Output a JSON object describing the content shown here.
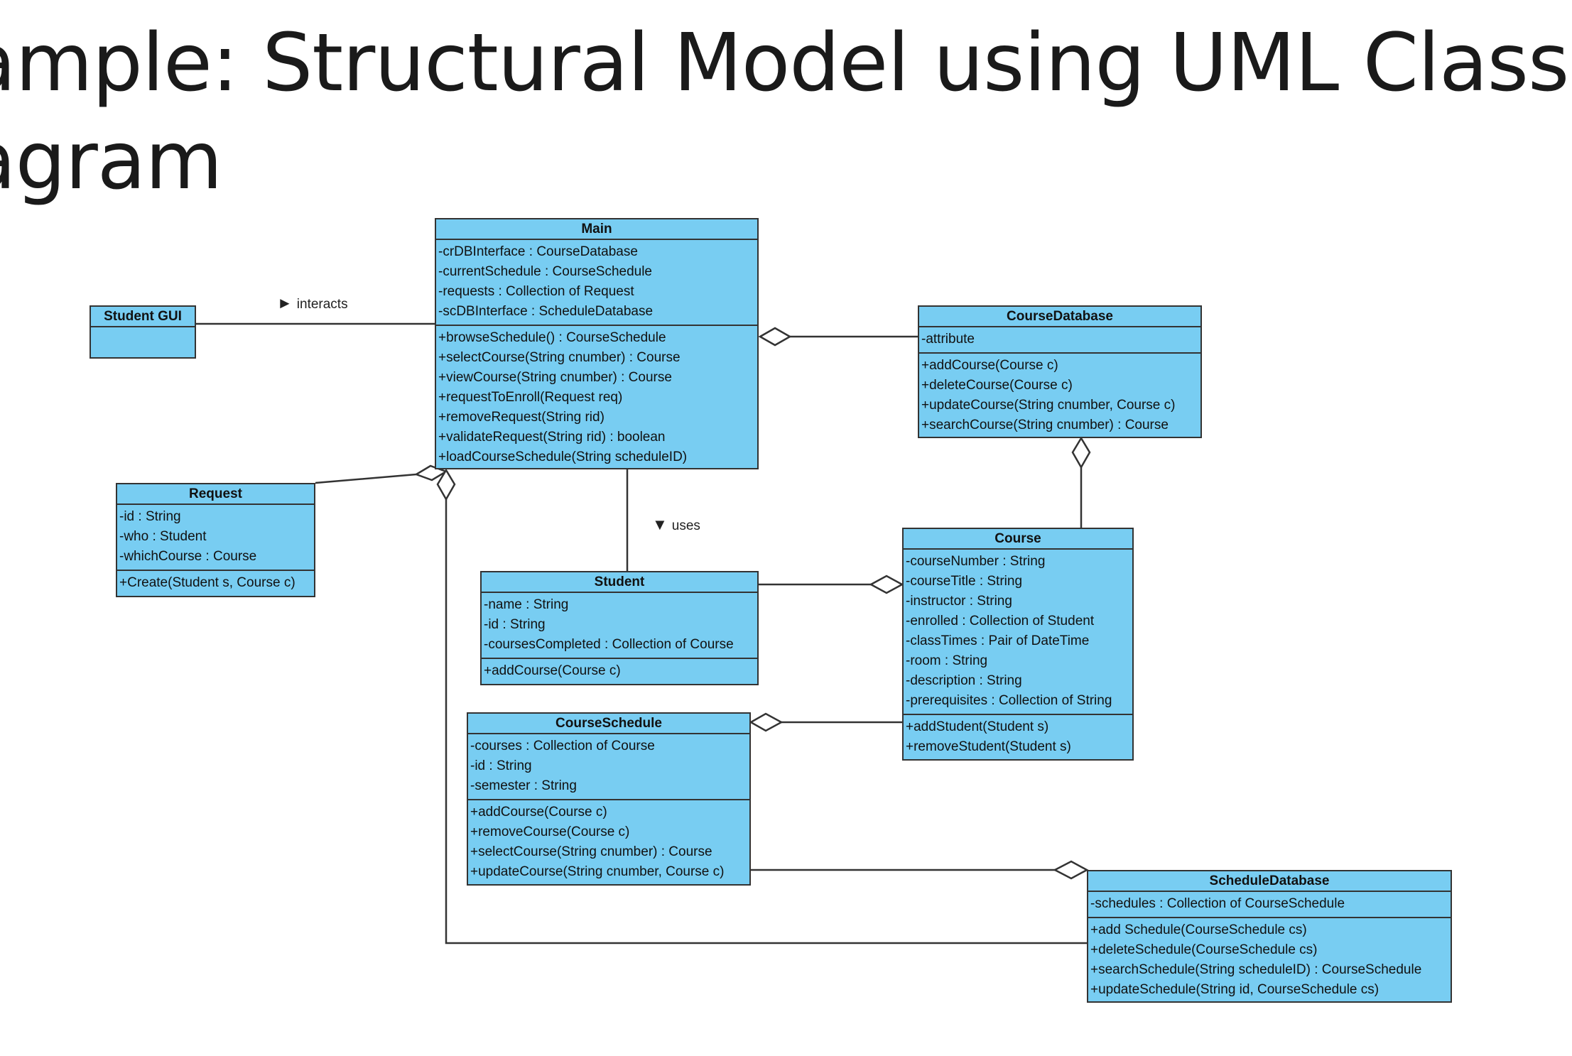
{
  "title": {
    "line1": "ample: Structural Model using UML Class",
    "line2": "agram"
  },
  "diagram": {
    "classes": {
      "main": {
        "name": "Main",
        "attributes": [
          "-crDBInterface : CourseDatabase",
          "-currentSchedule : CourseSchedule",
          "-requests : Collection of Request",
          "-scDBInterface : ScheduleDatabase"
        ],
        "operations": [
          "+browseSchedule() : CourseSchedule",
          "+selectCourse(String cnumber) : Course",
          "+viewCourse(String cnumber) : Course",
          "+requestToEnroll(Request req)",
          "+removeRequest(String rid)",
          "+validateRequest(String rid) : boolean",
          "+loadCourseSchedule(String scheduleID)"
        ]
      },
      "student_gui": {
        "name": "Student GUI",
        "attributes": [],
        "operations": []
      },
      "course_database": {
        "name": "CourseDatabase",
        "attributes": [
          "-attribute"
        ],
        "operations": [
          "+addCourse(Course c)",
          "+deleteCourse(Course c)",
          "+updateCourse(String cnumber, Course c)",
          "+searchCourse(String cnumber) : Course"
        ]
      },
      "request": {
        "name": "Request",
        "attributes": [
          "-id : String",
          "-who : Student",
          "-whichCourse : Course"
        ],
        "operations": [
          "+Create(Student s, Course c)"
        ]
      },
      "student": {
        "name": "Student",
        "attributes": [
          "-name : String",
          "-id : String",
          "-coursesCompleted : Collection of Course"
        ],
        "operations": [
          "+addCourse(Course c)"
        ]
      },
      "course": {
        "name": "Course",
        "attributes": [
          "-courseNumber : String",
          "-courseTitle : String",
          "-instructor : String",
          "-enrolled : Collection of Student",
          "-classTimes : Pair of DateTime",
          "-room : String",
          "-description : String",
          "-prerequisites : Collection of String"
        ],
        "operations": [
          "+addStudent(Student s)",
          "+removeStudent(Student s)"
        ]
      },
      "course_schedule": {
        "name": "CourseSchedule",
        "attributes": [
          "-courses : Collection of Course",
          "-id : String",
          "-semester : String"
        ],
        "operations": [
          "+addCourse(Course c)",
          "+removeCourse(Course c)",
          "+selectCourse(String cnumber) : Course",
          "+updateCourse(String cnumber, Course c)"
        ]
      },
      "schedule_database": {
        "name": "ScheduleDatabase",
        "attributes": [
          "-schedules : Collection of CourseSchedule"
        ],
        "operations": [
          "+add Schedule(CourseSchedule cs)",
          "+deleteSchedule(CourseSchedule cs)",
          "+searchSchedule(String scheduleID) : CourseSchedule",
          "+updateSchedule(String id, CourseSchedule cs)"
        ]
      }
    },
    "associations": {
      "interacts": {
        "label": "interacts",
        "arrow_icon": "triangle-right-icon"
      },
      "uses": {
        "label": "uses",
        "arrow_icon": "triangle-down-icon"
      }
    },
    "colors": {
      "class_fill": "#78cdf2",
      "line": "#333333"
    }
  }
}
